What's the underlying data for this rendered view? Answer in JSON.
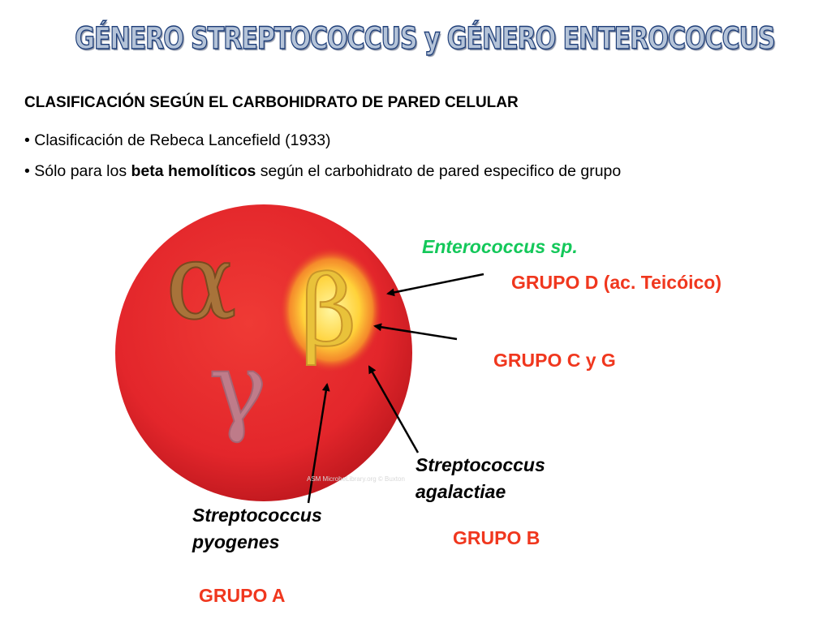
{
  "title": "GÉNERO STREPTOCOCCUS y GÉNERO ENTEROCOCCUS",
  "subtitle": "CLASIFICACIÓN SEGÚN EL CARBOHIDRATO DE PARED CELULAR",
  "bullets": {
    "b1": "• Clasificación de  Rebeca Lancefield (1933)",
    "b2_pre": "• Sólo para los ",
    "b2_bold": "beta hemolíticos",
    "b2_post": " según el carbohidrato de pared  especifico de grupo"
  },
  "labels": {
    "enterococcus": "Enterococcus sp.",
    "grupo_d": "GRUPO D (ac. Teicóico)",
    "grupo_cg": "GRUPO C y G",
    "agalactiae_1": "Streptococcus",
    "agalactiae_2": "agalactiae",
    "grupo_b": "GRUPO B",
    "pyogenes_1": "Streptococcus",
    "pyogenes_2": "pyogenes",
    "grupo_a": "GRUPO A"
  },
  "image": {
    "glyph_alpha": "α",
    "glyph_beta": "β",
    "glyph_gamma": "γ",
    "credit": "ASM MicrobeLibrary.org © Buxton"
  },
  "colors": {
    "label_red": "#f0371e",
    "label_green": "#14c85a",
    "agar_red": "#e3262b"
  }
}
